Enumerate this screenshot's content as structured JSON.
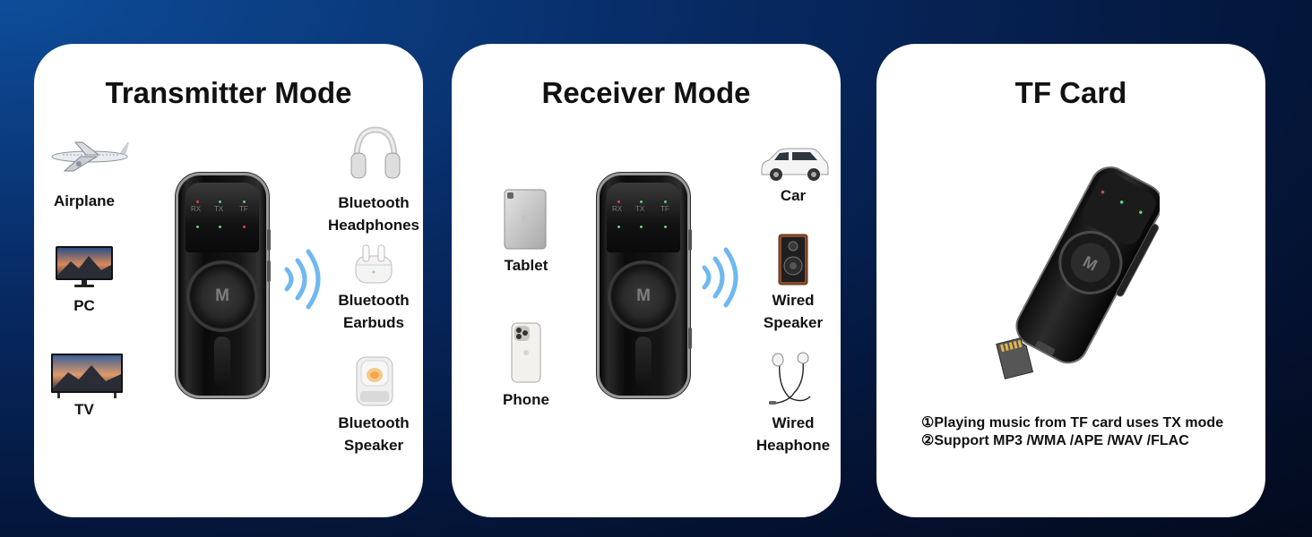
{
  "panels": {
    "transmitter": {
      "title": "Transmitter Mode",
      "sources": [
        {
          "label": "Airplane",
          "icon": "airplane-icon"
        },
        {
          "label": "PC",
          "icon": "monitor-icon"
        },
        {
          "label": "TV",
          "icon": "tv-icon"
        }
      ],
      "outputs": [
        {
          "line1": "Bluetooth",
          "line2": "Headphones",
          "icon": "headphones-icon"
        },
        {
          "line1": "Bluetooth",
          "line2": "Earbuds",
          "icon": "earbuds-icon"
        },
        {
          "line1": "Bluetooth",
          "line2": "Speaker",
          "icon": "smart-speaker-icon"
        }
      ]
    },
    "receiver": {
      "title": "Receiver Mode",
      "sources": [
        {
          "label": "Tablet",
          "icon": "tablet-icon"
        },
        {
          "label": "Phone",
          "icon": "phone-icon"
        }
      ],
      "outputs": [
        {
          "line1": "Car",
          "line2": "",
          "icon": "car-icon"
        },
        {
          "line1": "Wired",
          "line2": "Speaker",
          "icon": "speaker-icon"
        },
        {
          "line1": "Wired",
          "line2": "Heaphone",
          "icon": "wired-earphones-icon"
        }
      ]
    },
    "tfcard": {
      "title": "TF Card",
      "notes": [
        "①Playing music from TF card uses TX mode",
        "②Support MP3 /WMA /APE /WAV /FLAC"
      ]
    }
  },
  "device": {
    "button_label": "M",
    "indicators": [
      "RX",
      "TX",
      "TF"
    ]
  },
  "colors": {
    "background": "#072a63",
    "panel": "#ffffff",
    "text": "#111111",
    "signal": "#6fb8f0"
  }
}
